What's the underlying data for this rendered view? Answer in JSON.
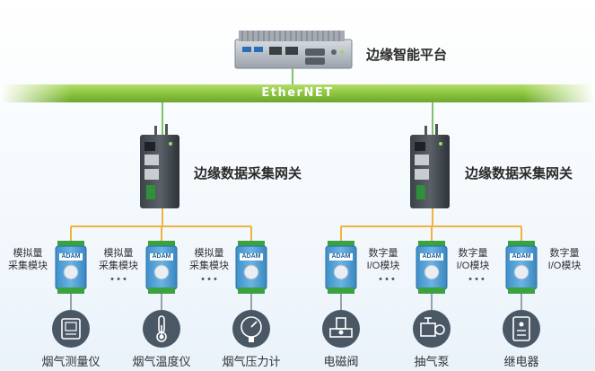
{
  "platform": {
    "label": "边缘智能平台"
  },
  "network": {
    "label": "EtherNET",
    "color": "#8cc63f"
  },
  "gateways": [
    {
      "label": "边缘数据采集网关"
    },
    {
      "label": "边缘数据采集网关"
    }
  ],
  "modules": [
    {
      "label": "模拟量\n采集模块"
    },
    {
      "label": "模拟量\n采集模块"
    },
    {
      "label": "模拟量\n采集模块"
    },
    {
      "label": "数字量\nI/O模块"
    },
    {
      "label": "数字量\nI/O模块"
    },
    {
      "label": "数字量\nI/O模块"
    }
  ],
  "module_brand": "ADAM",
  "ellipsis": "• • •",
  "devices": [
    {
      "label": "烟气测量仪",
      "icon": "measuring-instrument-icon"
    },
    {
      "label": "烟气温度仪",
      "icon": "thermometer-icon"
    },
    {
      "label": "烟气压力计",
      "icon": "pressure-gauge-icon"
    },
    {
      "label": "电磁阀",
      "icon": "solenoid-valve-icon"
    },
    {
      "label": "抽气泵",
      "icon": "pump-icon"
    },
    {
      "label": "继电器",
      "icon": "relay-icon"
    }
  ],
  "colors": {
    "bus": "#f0b43c",
    "network": "#8cc63f",
    "link": "#7cc36a",
    "icon_bg": "#4a5866"
  }
}
